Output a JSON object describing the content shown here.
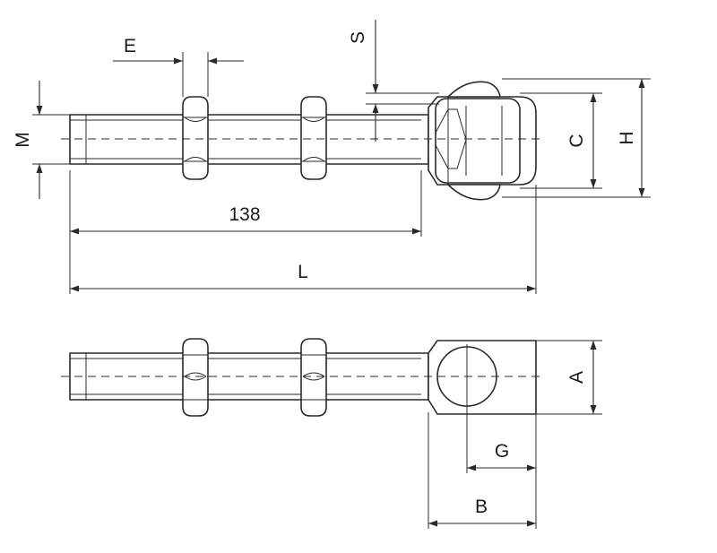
{
  "labels": {
    "e": "E",
    "s": "S",
    "m": "M",
    "c": "C",
    "h": "H",
    "shank_length": "138",
    "l": "L",
    "a": "A",
    "g": "G",
    "b": "B"
  },
  "colors": {
    "line": "#2a2a2a",
    "background": "#ffffff"
  }
}
